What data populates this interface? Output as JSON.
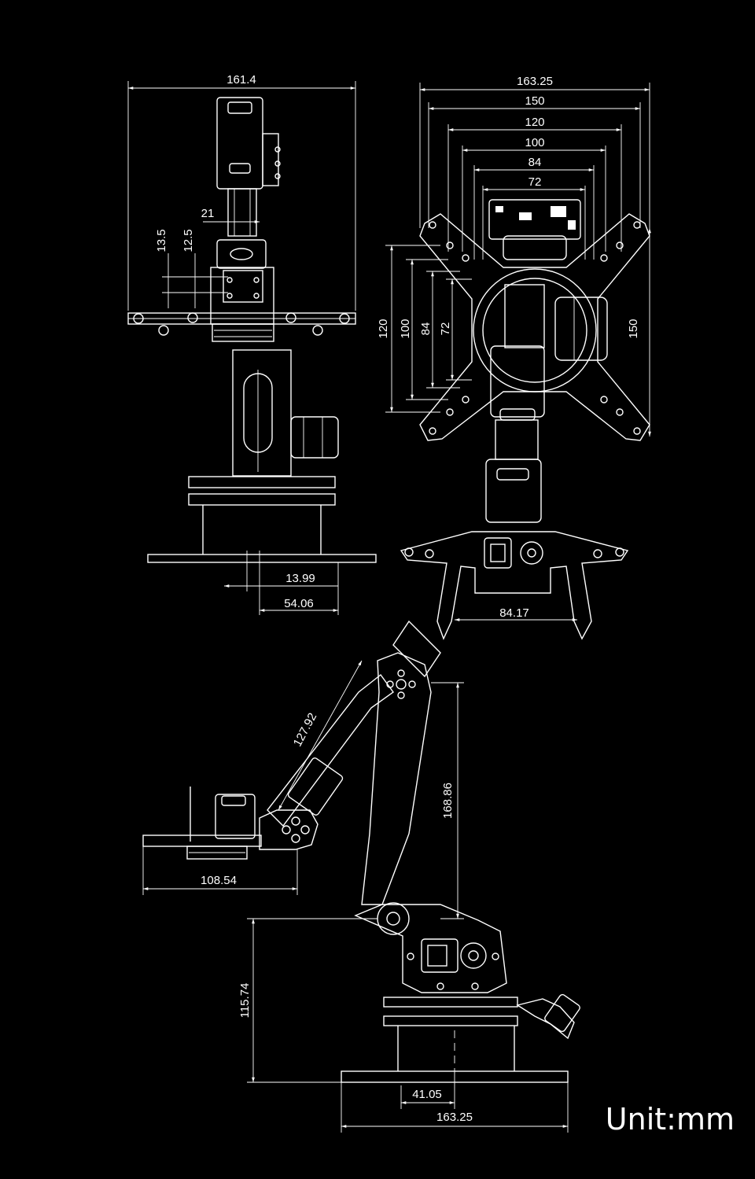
{
  "unit_label": "Unit:mm",
  "dimensions": {
    "front_width": "161.4",
    "front_small_a": "21",
    "front_v1": "13.5",
    "front_v2": "12.5",
    "front_base1": "13.99",
    "front_base2": "54.06",
    "top_w1": "163.25",
    "top_w2": "150",
    "top_w3": "120",
    "top_w4": "100",
    "top_w5": "84",
    "top_w6": "72",
    "top_h1": "120",
    "top_h2": "100",
    "top_h3": "84",
    "top_h4": "72",
    "top_h_right": "150",
    "gripper_w": "84.17",
    "side_arm": "127.92",
    "side_height": "168.86",
    "side_reach": "108.54",
    "side_base_h": "115.74",
    "side_base_off": "41.05",
    "side_base_w": "163.25"
  },
  "colors": {
    "background": "#000000",
    "line": "#ffffff"
  }
}
